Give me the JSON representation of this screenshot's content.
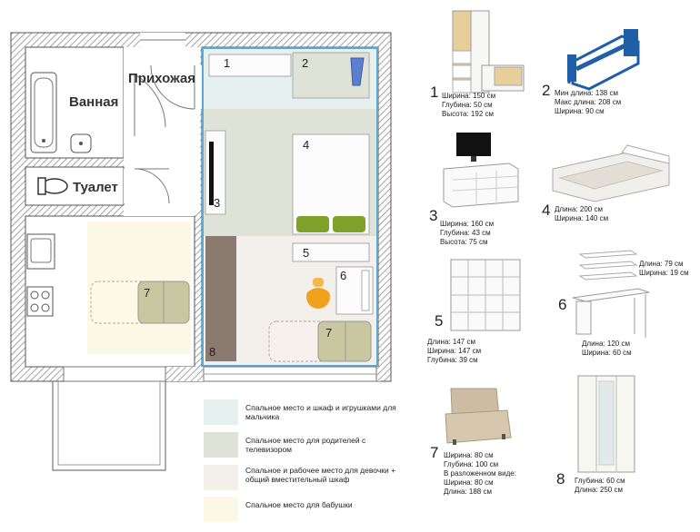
{
  "plan": {
    "rooms": {
      "bathroom": "Ванная",
      "hallway": "Прихожая",
      "toilet": "Туалет"
    },
    "zone_numbers": {
      "n1": "1",
      "n2": "2",
      "n3": "3",
      "n4": "4",
      "n5": "5",
      "n6": "6",
      "n7a": "7",
      "n7b": "7",
      "n8": "8"
    }
  },
  "furniture": [
    {
      "num": "1",
      "spec": "Ширина: 150 см\nГлубина: 50 см\nВысота: 192 см"
    },
    {
      "num": "2",
      "spec": "Мин длина: 138 см\nМакс длина: 208 см\nШирина: 90 см"
    },
    {
      "num": "3",
      "spec": "Ширина: 160 см\nГлубина: 43 см\nВысота: 75 см"
    },
    {
      "num": "4",
      "spec": "Длина: 200 см\nШирина: 140 см"
    },
    {
      "num": "5",
      "spec": "Длина: 147 см\nШирина: 147 см\nГлубина: 39 см"
    },
    {
      "num": "6",
      "spec_shelf": "Длина: 79 см\nШирина: 19 см",
      "spec": "Длина: 120 см\nШирина: 60 см"
    },
    {
      "num": "7",
      "spec": "Ширина: 80 см\nГлубина: 100 см\nВ разложенном виде:\nШирина: 80 см\nДлина: 188 см"
    },
    {
      "num": "8",
      "spec": "Глубина: 60 см\nДлина: 250 см"
    }
  ],
  "legend": [
    {
      "color": "#e6f0ee",
      "text": "Спальное место и шкаф и игрушками для мальчика"
    },
    {
      "color": "#dfe2d6",
      "text": "Спальное место для родителей с телевизором"
    },
    {
      "color": "#f3efeb",
      "text": "Спальное и рабочее место для девочки + общий вместительный шкаф"
    },
    {
      "color": "#fbf8e5",
      "text": "Спальное место для бабушки"
    }
  ],
  "colors": {
    "wall_hatch": "#9a9a9a",
    "boy_zone": "#e6f0ee",
    "parents_zone": "#dfe2d6",
    "girl_zone": "#f3efeb",
    "grandma_zone": "#fbf8e5",
    "pillow_green": "#7fa12a",
    "chair_orange": "#f0a21c",
    "wardrobe_brown": "#8a7a70",
    "sofa_olive": "#c8c79f",
    "bed_blue": "#1f5fa8",
    "selection_blue": "#5aa8d6"
  }
}
